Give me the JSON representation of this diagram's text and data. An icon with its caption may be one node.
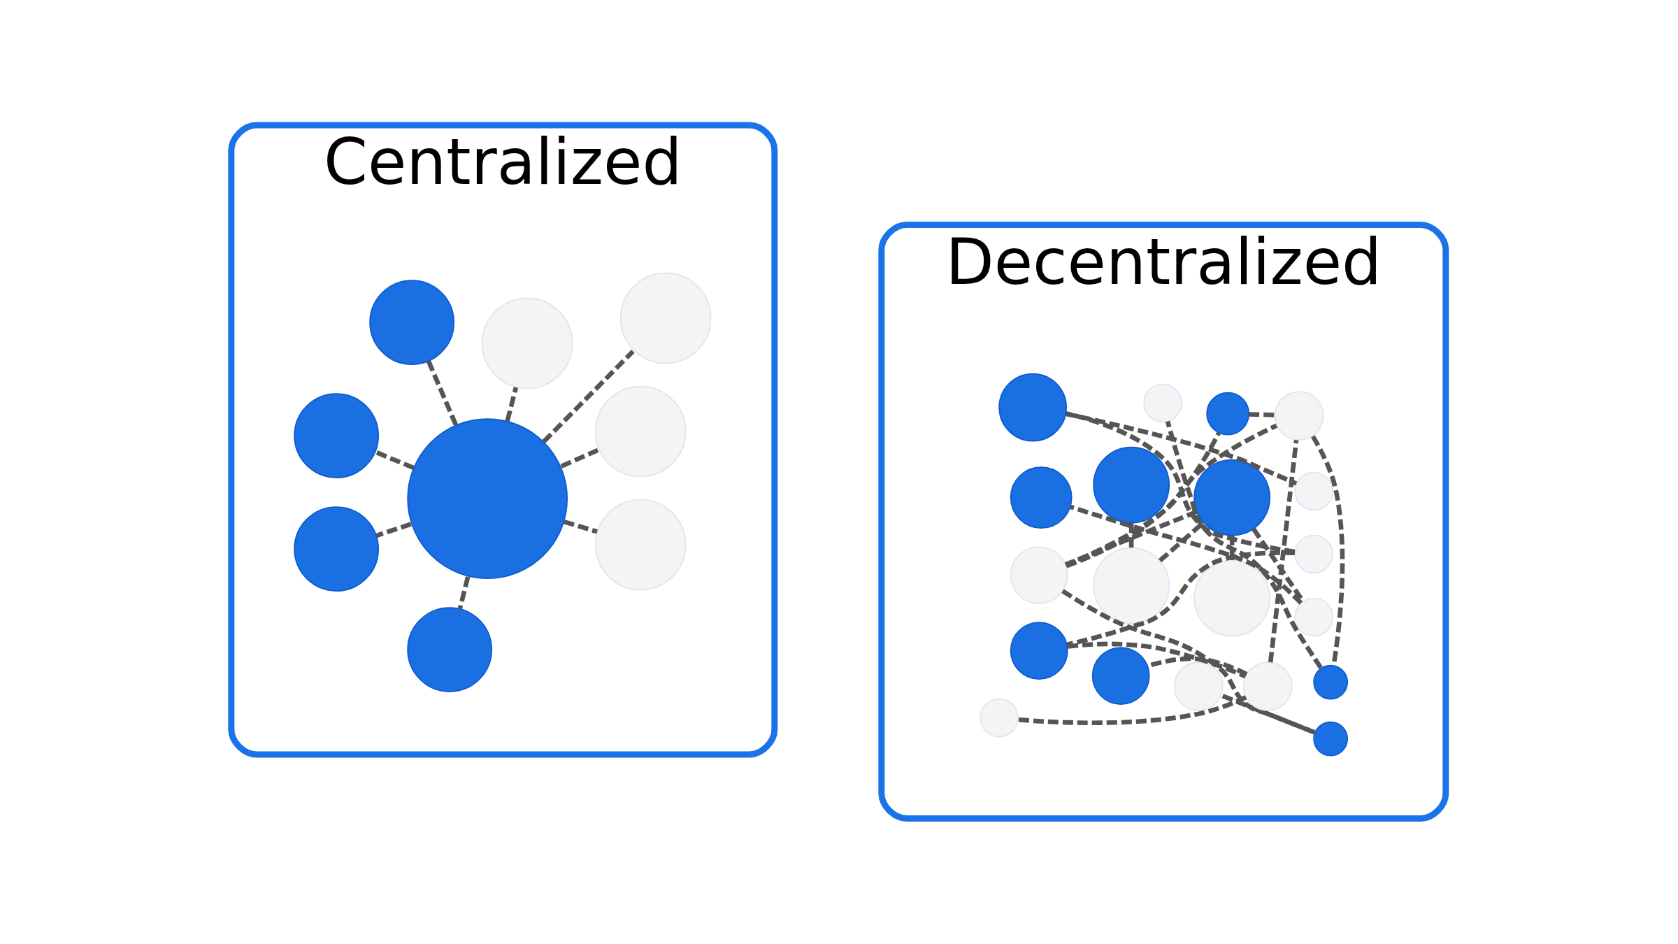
{
  "diagram": {
    "nodes": [
      {
        "text": [
          "Centralized"
        ]
      },
      {
        "text": [],
        "shape": "circle",
        "in": 0
      },
      {
        "text": [],
        "shape": "circle",
        "in": 0
      },
      {
        "text": [],
        "shape": "circle",
        "in": 0
      },
      {
        "text": [],
        "shape": "circle",
        "in": 0
      },
      {
        "text": [],
        "shape": "circle",
        "in": 0
      },
      {
        "text": [],
        "shape": "circle",
        "in": 0
      },
      {
        "text": [],
        "shape": "circle",
        "in": 0
      },
      {
        "text": [],
        "shape": "circle",
        "in": 0
      },
      {
        "text": [],
        "shape": "circle",
        "in": 0
      },
      {
        "text": [
          "Decentralized"
        ]
      },
      {
        "text": [],
        "shape": "circle",
        "in": 10
      },
      {
        "text": [],
        "shape": "circle",
        "in": 10
      },
      {
        "text": [],
        "shape": "circle",
        "in": 10
      },
      {
        "text": [],
        "shape": "circle",
        "in": 10
      },
      {
        "text": [],
        "shape": "circle",
        "in": 10
      },
      {
        "text": [],
        "shape": "circle",
        "in": 10
      },
      {
        "text": [],
        "shape": "circle",
        "in": 10
      },
      {
        "text": [],
        "shape": "circle",
        "in": 10
      },
      {
        "text": [],
        "shape": "circle",
        "in": 10
      },
      {
        "text": [],
        "shape": "circle",
        "in": 10
      },
      {
        "text": [],
        "shape": "circle",
        "in": 10
      },
      {
        "text": [],
        "shape": "circle",
        "in": 10
      },
      {
        "text": [],
        "shape": "circle",
        "in": 10
      },
      {
        "text": [],
        "shape": "circle",
        "in": 10
      },
      {
        "text": [],
        "shape": "circle",
        "in": 10
      },
      {
        "text": [],
        "shape": "circle",
        "in": 10
      },
      {
        "text": [],
        "shape": "circle",
        "in": 10
      },
      {
        "text": [],
        "shape": "circle",
        "in": 10
      },
      {
        "text": [],
        "shape": "circle",
        "in": 10
      },
      {
        "text": [],
        "shape": "circle",
        "in": 10
      }
    ],
    "edges": [
      {
        "from": 5,
        "to": 1,
        "arrow": "none",
        "style": "dashed"
      },
      {
        "from": 5,
        "to": 2,
        "arrow": "none",
        "style": "dashed"
      },
      {
        "from": 5,
        "to": 3,
        "arrow": "none",
        "style": "dashed"
      },
      {
        "from": 5,
        "to": 4,
        "arrow": "none",
        "style": "dashed"
      },
      {
        "from": 5,
        "to": 6,
        "arrow": "none",
        "style": "dashed"
      },
      {
        "from": 5,
        "to": 7,
        "arrow": "none",
        "style": "dashed"
      },
      {
        "from": 5,
        "to": 8,
        "arrow": "none",
        "style": "dashed"
      },
      {
        "from": 5,
        "to": 9,
        "arrow": "none",
        "style": "dashed"
      },
      {
        "from": 11,
        "to": 13,
        "arrow": "none",
        "style": "dashed"
      },
      {
        "from": 11,
        "to": 15,
        "arrow": "none",
        "style": "dashed"
      },
      {
        "from": 12,
        "to": 13,
        "arrow": "none",
        "style": "dashed"
      },
      {
        "from": 13,
        "to": 14,
        "arrow": "none",
        "style": "dashed"
      },
      {
        "from": 14,
        "to": 16,
        "arrow": "none",
        "style": "dashed"
      },
      {
        "from": 13,
        "to": 19,
        "arrow": "none",
        "style": "dashed"
      },
      {
        "from": 17,
        "to": 21,
        "arrow": "none",
        "style": "dashed"
      },
      {
        "from": 21,
        "to": 18,
        "arrow": "none",
        "style": "dashed"
      },
      {
        "from": 17,
        "to": 25,
        "arrow": "none",
        "style": "dashed"
      },
      {
        "from": 19,
        "to": 22,
        "arrow": "none",
        "style": "dashed"
      },
      {
        "from": 19,
        "to": 26,
        "arrow": "none",
        "style": "dashed"
      },
      {
        "from": 19,
        "to": 23,
        "arrow": "none",
        "style": "dashed"
      },
      {
        "from": 23,
        "to": 20,
        "arrow": "none",
        "style": "dashed"
      },
      {
        "from": 22,
        "to": 26,
        "arrow": "none",
        "style": "dashed"
      },
      {
        "from": 25,
        "to": 24,
        "arrow": "none",
        "style": "dashed"
      },
      {
        "from": 24,
        "to": 29,
        "arrow": "none",
        "style": "dashed"
      },
      {
        "from": 24,
        "to": 28,
        "arrow": "none",
        "style": "dashed"
      },
      {
        "from": 24,
        "to": 26,
        "arrow": "none",
        "style": "dashed"
      },
      {
        "from": 26,
        "to": 30,
        "arrow": "none",
        "style": "dashed"
      },
      {
        "from": 30,
        "to": 27,
        "arrow": "none",
        "style": "dashed"
      }
    ]
  }
}
